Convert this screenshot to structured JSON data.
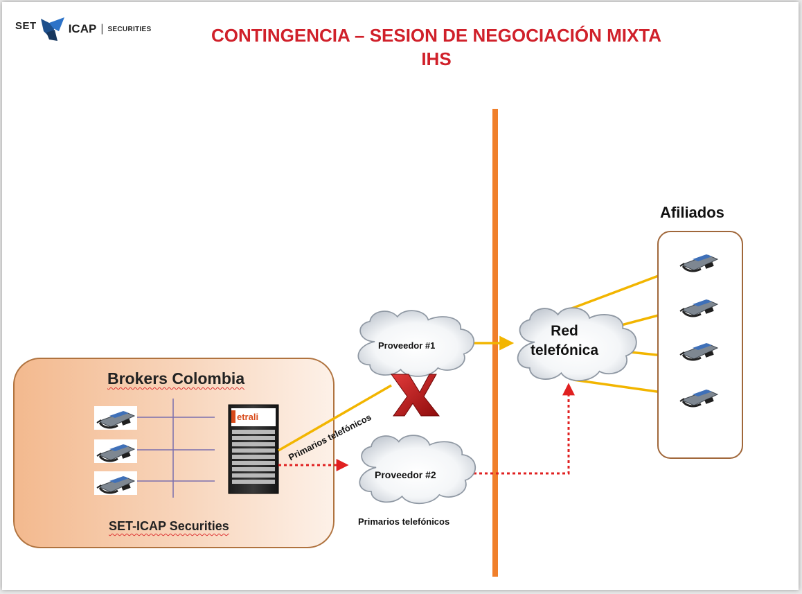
{
  "logo": {
    "set": "SET",
    "icap": "ICAP",
    "separator": "|",
    "securities": "SECURITIES"
  },
  "title": {
    "line1": "CONTINGENCIA – SESION DE NEGOCIACIÓN MIXTA",
    "line2": "IHS"
  },
  "brokers_box": {
    "title": "Brokers Colombia",
    "footer": "SET-ICAP Securities"
  },
  "server": {
    "brand": "etrali"
  },
  "providers": [
    {
      "label": "Proveedor #1",
      "status": "failed"
    },
    {
      "label": "Proveedor #2",
      "status": "active"
    }
  ],
  "links": {
    "primary_diagonal": "Primarios telefónicos",
    "primary_bottom": "Primarios telefónicos"
  },
  "network": {
    "label_line1": "Red",
    "label_line2": "telefónica"
  },
  "affiliates": {
    "title": "Afiliados",
    "phone_count": 4
  },
  "failure_mark": {
    "symbol": "X",
    "icon": "x-failure-icon"
  },
  "colors": {
    "title": "#d0202a",
    "divider": "#f07f2a",
    "link_active": "#f2b500",
    "link_backup": "#e02020",
    "brokers_box_border": "#b0733f",
    "affiliates_border": "#a0673a"
  }
}
